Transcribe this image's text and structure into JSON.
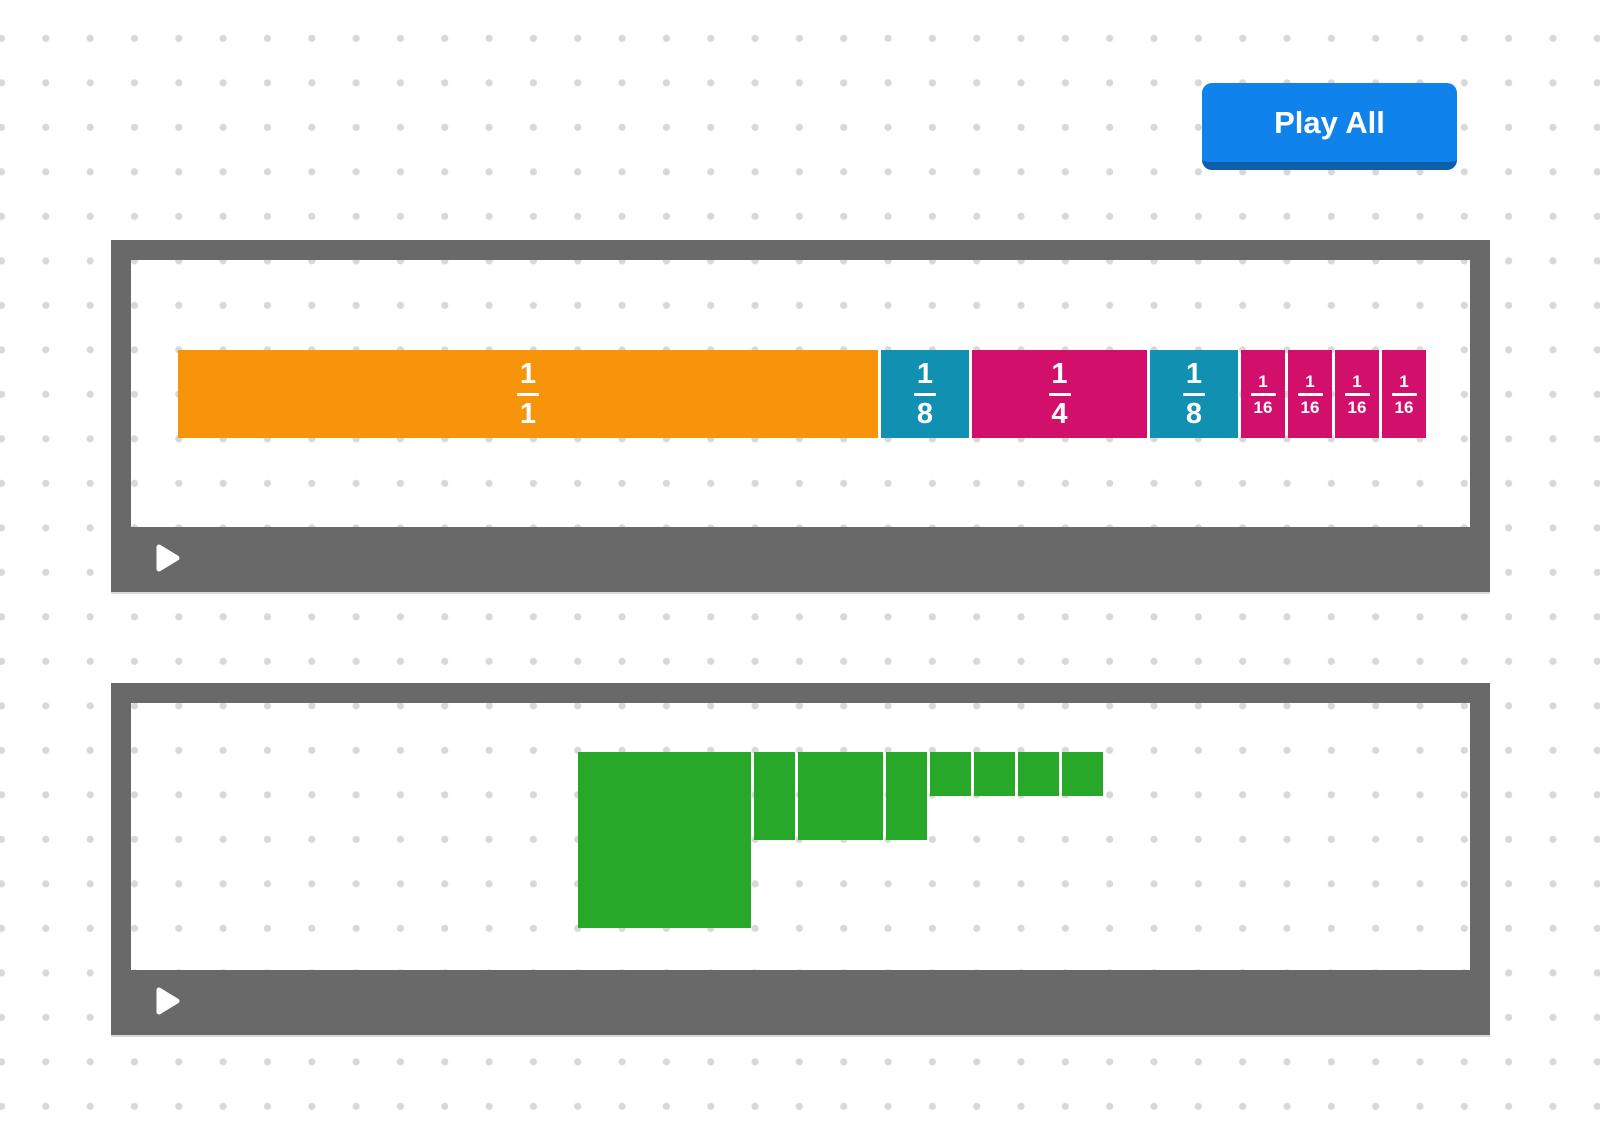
{
  "play_all": {
    "label": "Play All",
    "color": "#0f82eb",
    "edge_color": "#0d5fa9"
  },
  "colors": {
    "frame_gray": "#696969",
    "orange": "#f8940a",
    "teal": "#1190b2",
    "magenta": "#d20f6a",
    "green": "#28a828",
    "dot_grid": "#d8d8d8"
  },
  "tracks": [
    {
      "name": "fraction-bar-track",
      "play_icon": "play-triangle-icon",
      "segments": [
        {
          "numerator": "1",
          "denominator": "1",
          "fraction": 1.0,
          "color": "#f8940a"
        },
        {
          "numerator": "1",
          "denominator": "8",
          "fraction": 0.125,
          "color": "#1190b2"
        },
        {
          "numerator": "1",
          "denominator": "4",
          "fraction": 0.25,
          "color": "#d20f6a"
        },
        {
          "numerator": "1",
          "denominator": "8",
          "fraction": 0.125,
          "color": "#1190b2"
        },
        {
          "numerator": "1",
          "denominator": "16",
          "fraction": 0.0625,
          "color": "#d20f6a"
        },
        {
          "numerator": "1",
          "denominator": "16",
          "fraction": 0.0625,
          "color": "#d20f6a"
        },
        {
          "numerator": "1",
          "denominator": "16",
          "fraction": 0.0625,
          "color": "#d20f6a"
        },
        {
          "numerator": "1",
          "denominator": "16",
          "fraction": 0.0625,
          "color": "#d20f6a"
        }
      ]
    },
    {
      "name": "note-blocks-track",
      "play_icon": "play-triangle-icon",
      "block_color": "#28a828",
      "blocks": [
        {
          "fraction": "1/1",
          "w_units": 4,
          "h_units": 4
        },
        {
          "fraction": "1/8",
          "w_units": 1,
          "h_units": 2
        },
        {
          "fraction": "1/4",
          "w_units": 2,
          "h_units": 2
        },
        {
          "fraction": "1/8",
          "w_units": 1,
          "h_units": 2
        },
        {
          "fraction": "1/16",
          "w_units": 1,
          "h_units": 1
        },
        {
          "fraction": "1/16",
          "w_units": 1,
          "h_units": 1
        },
        {
          "fraction": "1/16",
          "w_units": 1,
          "h_units": 1
        },
        {
          "fraction": "1/16",
          "w_units": 1,
          "h_units": 1
        }
      ]
    }
  ]
}
